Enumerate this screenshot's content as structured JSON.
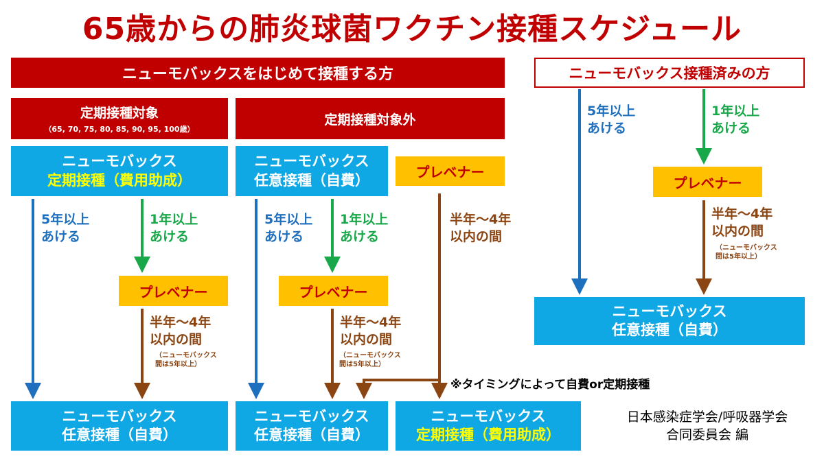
{
  "title": "65歳からの肺炎球菌ワクチン接種スケジュール",
  "left_section": {
    "header": "ニューモバックスをはじめて接種する方",
    "routine": {
      "label": "定期接種対象",
      "ages": "（65, 70, 75, 80, 85, 90, 95, 100歳）"
    },
    "non_routine": {
      "label": "定期接種対象外"
    }
  },
  "right_section": {
    "header": "ニューモバックス接種済みの方"
  },
  "boxes": {
    "pneumovax": "ニューモバックス",
    "routine_subsidy": "定期接種（費用助成）",
    "voluntary_self": "任意接種（自費）",
    "prevenar": "プレベナー"
  },
  "intervals": {
    "five_years": [
      "5年以上",
      "あける"
    ],
    "one_year": [
      "1年以上",
      "あける"
    ],
    "half_to_four": [
      "半年～4年",
      "以内の間"
    ],
    "note_small": [
      "（ニューモバックス",
      "間は5年以上）"
    ]
  },
  "timing_note": "※タイミングによって自費or定期接種",
  "credit": [
    "日本感染症学会/呼吸器学会",
    "合同委員会 編"
  ],
  "colors": {
    "red": "#c00000",
    "blue_box": "#0fa8e4",
    "gold": "#ffc000",
    "blue_arrow": "#1f6fbf",
    "green_arrow": "#18a84a",
    "brown_arrow": "#8b4513"
  }
}
